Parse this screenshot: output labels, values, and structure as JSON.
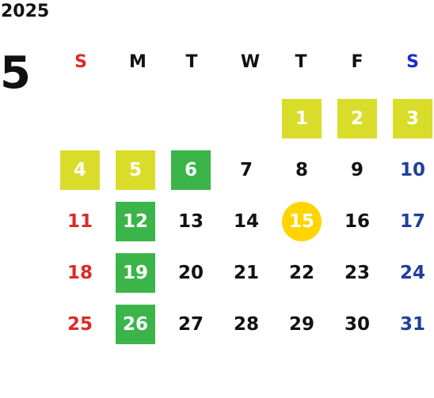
{
  "year": "2025",
  "month": "5",
  "weekdays": [
    "S",
    "M",
    "T",
    "W",
    "T",
    "F",
    "S"
  ],
  "colors": {
    "sunday": "#dd2a2a",
    "saturday": "#1f3f99",
    "holiday_yellow": "#d9dd2a",
    "closed_green": "#3bb54a",
    "today_gold": "#ffd400"
  },
  "days": [
    {
      "n": "1",
      "style": "hl-y"
    },
    {
      "n": "2",
      "style": "hl-y"
    },
    {
      "n": "3",
      "style": "hl-y"
    },
    {
      "n": "4",
      "style": "hl-y"
    },
    {
      "n": "5",
      "style": "hl-y"
    },
    {
      "n": "6",
      "style": "hl-g"
    },
    {
      "n": "7",
      "style": ""
    },
    {
      "n": "8",
      "style": ""
    },
    {
      "n": "9",
      "style": ""
    },
    {
      "n": "10",
      "style": "sat"
    },
    {
      "n": "11",
      "style": "red"
    },
    {
      "n": "12",
      "style": "hl-g"
    },
    {
      "n": "13",
      "style": ""
    },
    {
      "n": "14",
      "style": ""
    },
    {
      "n": "15",
      "style": "today"
    },
    {
      "n": "16",
      "style": ""
    },
    {
      "n": "17",
      "style": "sat"
    },
    {
      "n": "18",
      "style": "red"
    },
    {
      "n": "19",
      "style": "hl-g"
    },
    {
      "n": "20",
      "style": ""
    },
    {
      "n": "21",
      "style": ""
    },
    {
      "n": "22",
      "style": ""
    },
    {
      "n": "23",
      "style": ""
    },
    {
      "n": "24",
      "style": "sat"
    },
    {
      "n": "25",
      "style": "red"
    },
    {
      "n": "26",
      "style": "hl-g"
    },
    {
      "n": "27",
      "style": ""
    },
    {
      "n": "28",
      "style": ""
    },
    {
      "n": "29",
      "style": ""
    },
    {
      "n": "30",
      "style": ""
    },
    {
      "n": "31",
      "style": "sat"
    }
  ]
}
